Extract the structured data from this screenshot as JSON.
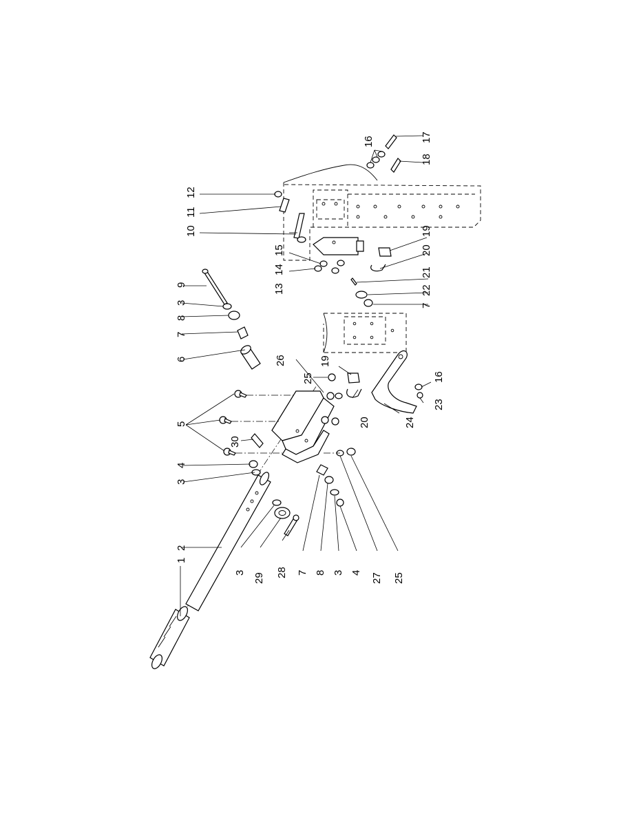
{
  "callouts": [
    {
      "id": "c1",
      "text": "1"
    },
    {
      "id": "c2",
      "text": "2"
    },
    {
      "id": "c3a",
      "text": "3"
    },
    {
      "id": "c29",
      "text": "29"
    },
    {
      "id": "c28",
      "text": "28"
    },
    {
      "id": "c7a",
      "text": "7"
    },
    {
      "id": "c8a",
      "text": "8"
    },
    {
      "id": "c3b",
      "text": "3"
    },
    {
      "id": "c4a",
      "text": "4"
    },
    {
      "id": "c27",
      "text": "27"
    },
    {
      "id": "c25a",
      "text": "25"
    },
    {
      "id": "c3c",
      "text": "3"
    },
    {
      "id": "c4b",
      "text": "4"
    },
    {
      "id": "c5",
      "text": "5"
    },
    {
      "id": "c30",
      "text": "30"
    },
    {
      "id": "c6",
      "text": "6"
    },
    {
      "id": "c7b",
      "text": "7"
    },
    {
      "id": "c8b",
      "text": "8"
    },
    {
      "id": "c3d",
      "text": "3"
    },
    {
      "id": "c9",
      "text": "9"
    },
    {
      "id": "c26",
      "text": "26"
    },
    {
      "id": "c19a",
      "text": "19"
    },
    {
      "id": "c25b",
      "text": "25"
    },
    {
      "id": "c20a",
      "text": "20"
    },
    {
      "id": "c24",
      "text": "24"
    },
    {
      "id": "c16a",
      "text": "16"
    },
    {
      "id": "c23",
      "text": "23"
    },
    {
      "id": "c13",
      "text": "13"
    },
    {
      "id": "c14",
      "text": "14"
    },
    {
      "id": "c15",
      "text": "15"
    },
    {
      "id": "c10",
      "text": "10"
    },
    {
      "id": "c11",
      "text": "11"
    },
    {
      "id": "c12",
      "text": "12"
    },
    {
      "id": "c19b",
      "text": "19"
    },
    {
      "id": "c20b",
      "text": "20"
    },
    {
      "id": "c21",
      "text": "21"
    },
    {
      "id": "c22",
      "text": "22"
    },
    {
      "id": "c7c",
      "text": "7"
    },
    {
      "id": "c16b",
      "text": "16"
    },
    {
      "id": "c17",
      "text": "17"
    },
    {
      "id": "c18",
      "text": "18"
    }
  ]
}
